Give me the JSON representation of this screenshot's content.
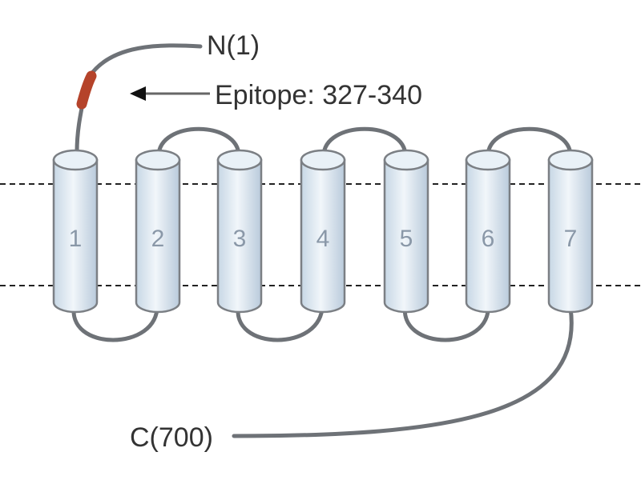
{
  "labels": {
    "n_terminus": "N(1)",
    "epitope": "Epitope: 327-340",
    "c_terminus": "C(700)"
  },
  "helices": [
    {
      "label": "1"
    },
    {
      "label": "2"
    },
    {
      "label": "3"
    },
    {
      "label": "4"
    },
    {
      "label": "5"
    },
    {
      "label": "6"
    },
    {
      "label": "7"
    }
  ],
  "colors": {
    "helix_fill": "#dde9f3",
    "helix_stroke": "#7b7f84",
    "loop": "#6e7277",
    "epitope": "#b5432a",
    "membrane_line": "#222222"
  }
}
